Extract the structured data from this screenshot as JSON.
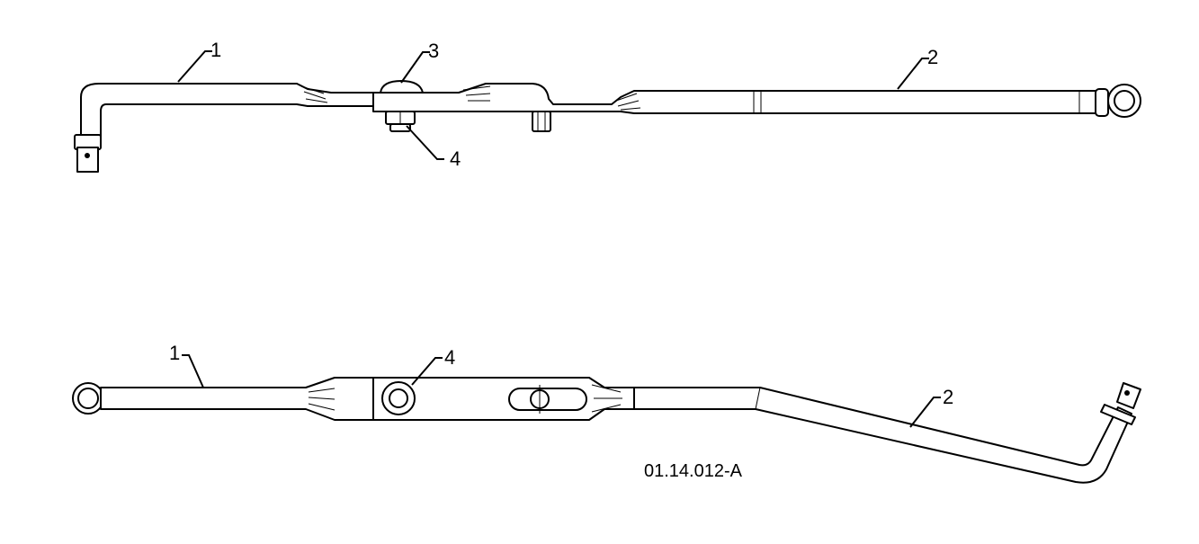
{
  "top_view": {
    "callouts": [
      "1",
      "2",
      "3",
      "4"
    ]
  },
  "bottom_view": {
    "callouts": [
      "1",
      "4",
      "2"
    ]
  },
  "reference_code": "01.14.012-A",
  "colors": {
    "line": "#000000",
    "background": "#ffffff"
  }
}
